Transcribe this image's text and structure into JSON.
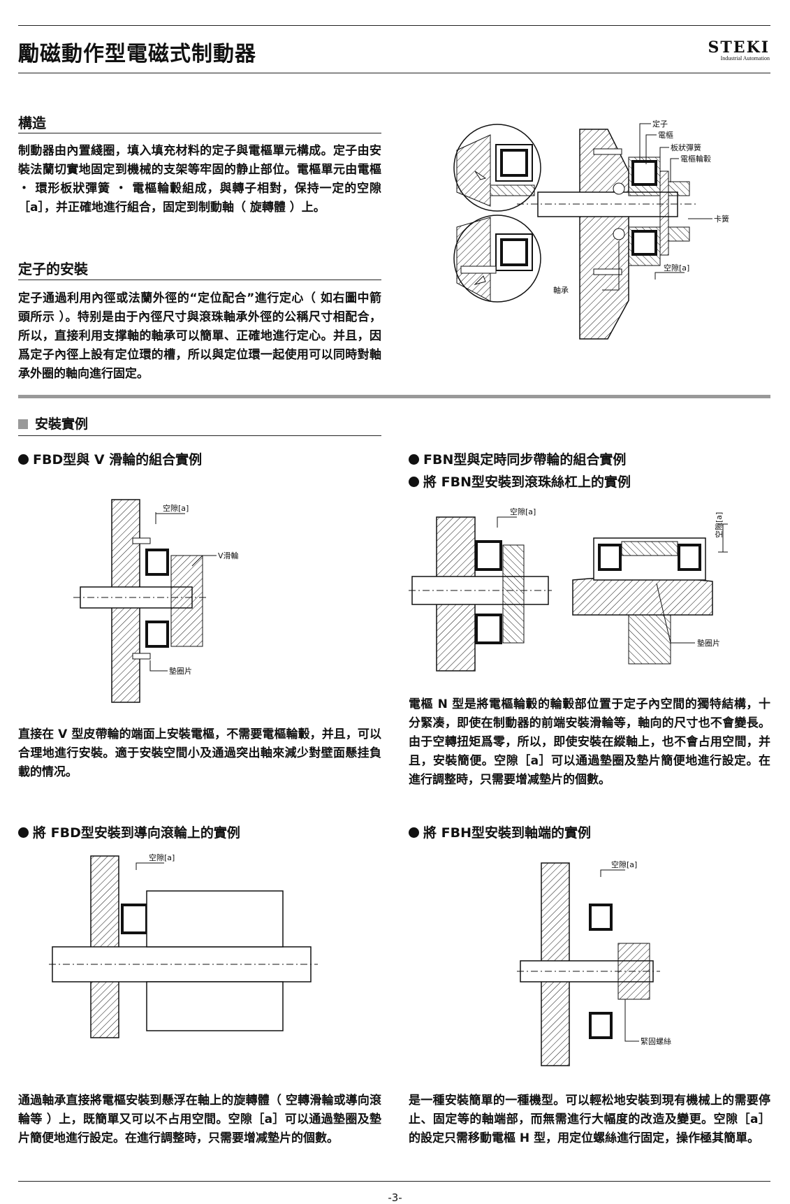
{
  "header": {
    "title": "勵磁動作型電磁式制動器",
    "logo_text": "STEKI",
    "logo_sub": "Industrial Automation"
  },
  "structure": {
    "heading": "構造",
    "body": "制動器由內置綫圈，填入填充材料的定子與電樞單元構成。定子由安裝法蘭切實地固定到機械的支架等牢固的静止部位。電樞單元由電樞 ・ 環形板狀彈簧 ・ 電樞輪轂組成，與轉子相對，保持一定的空隙［a］，并正確地進行組合，固定到制動軸（ 旋轉體 ）上。"
  },
  "stator": {
    "heading": "定子的安裝",
    "body": "定子通過利用內徑或法蘭外徑的“定位配合”進行定心（ 如右圖中箭頭所示 ）。特别是由于內徑尺寸與滾珠軸承外徑的公稱尺寸相配合，所以，直接利用支撑軸的軸承可以簡單、正確地進行定心。并且，因爲定子內徑上設有定位環的槽，所以與定位環一起使用可以同時對軸承外圈的軸向進行固定。"
  },
  "diagram_top": {
    "labels": [
      "定子",
      "電樞",
      "板狀彈簧",
      "電樞輪轂",
      "卡簧",
      "空隙[a]",
      "軸承"
    ]
  },
  "install": {
    "heading": "安裝實例"
  },
  "ex1": {
    "heading": "FBD型與 V 滑輪的組合實例",
    "labels": [
      "空隙[a]",
      "V滑輪",
      "墊圈片"
    ],
    "body": "直接在 V 型皮帶輪的端面上安裝電樞，不需要電樞輪轂，并且，可以合理地進行安裝。適于安裝空間小及通過突出軸來減少對壁面懸挂負載的情况。"
  },
  "ex2": {
    "heading1": "FBN型與定時同步帶輪的組合實例",
    "heading2": "將 FBN型安裝到滾珠絲杠上的實例",
    "labels": [
      "空隙[a]",
      "空隙[a]",
      "墊圈片"
    ],
    "body": "電樞 N 型是將電樞輪轂的輪轂部位置于定子內空間的獨特結構，十分緊凑，即使在制動器的前端安裝滑輪等，軸向的尺寸也不會變長。由于空轉扭矩爲零，所以，即使安裝在縱軸上，也不會占用空間，并且，安裝簡便。空隙［a］可以通過墊圈及墊片簡便地進行設定。在進行調整時，只需要增减墊片的個數。"
  },
  "ex3": {
    "heading": "將 FBD型安裝到導向滾輪上的實例",
    "labels": [
      "空隙[a]"
    ],
    "body": "通過軸承直接將電樞安裝到懸浮在軸上的旋轉體（ 空轉滑輪或導向滾輪等 ）上，既簡單又可以不占用空間。空隙［a］可以通過墊圈及墊片簡便地進行設定。在進行調整時，只需要增减墊片的個數。"
  },
  "ex4": {
    "heading": "將 FBH型安裝到軸端的實例",
    "labels": [
      "空隙[a]",
      "緊固螺絲"
    ],
    "body": "是一種安裝簡單的一種機型。可以輕松地安裝到現有機械上的需要停止、固定等的軸端部，而無需進行大幅度的改造及變更。空隙［a］的設定只需移動電樞 H 型，用定位螺絲進行固定，操作極其簡單。"
  },
  "footer": {
    "page": "-3-"
  }
}
